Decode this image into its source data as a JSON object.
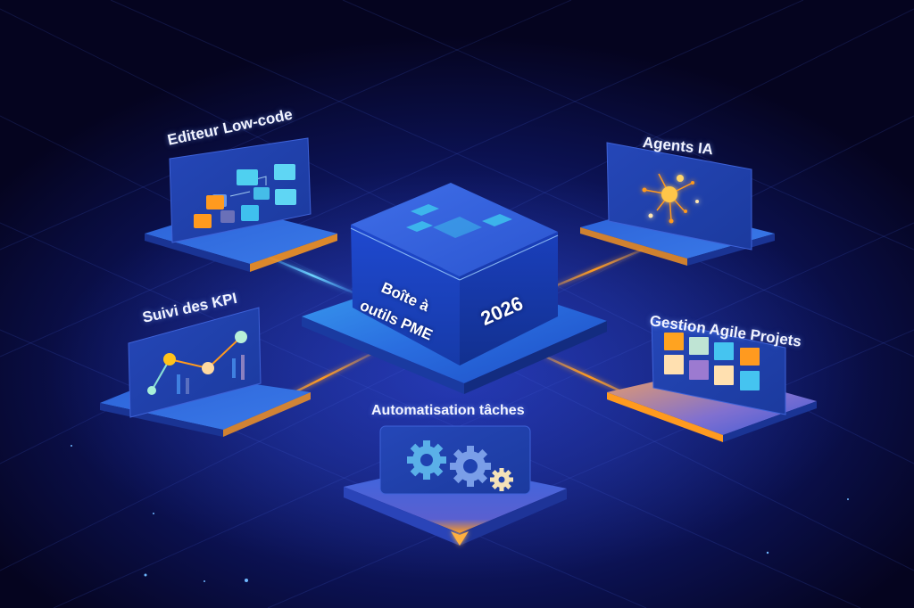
{
  "central_hub": {
    "title_line1": "Boîte à",
    "title_line2": "outils PME",
    "year": "2026"
  },
  "modules": [
    {
      "id": "low-code",
      "label": "Editeur Low-code",
      "icon": "flowchart-blocks-icon"
    },
    {
      "id": "ai-agents",
      "label": "Agents IA",
      "icon": "ai-network-star-icon"
    },
    {
      "id": "kpi",
      "label": "Suivi des KPI",
      "icon": "line-chart-icon"
    },
    {
      "id": "agile",
      "label": "Gestion Agile Projets",
      "icon": "kanban-board-icon"
    },
    {
      "id": "automation",
      "label": "Automatisation tâches",
      "icon": "gears-icon"
    }
  ],
  "colors": {
    "background_dark": "#04031a",
    "background_glow": "#1c2a9a",
    "panel_blue": "#2447c4",
    "accent_orange": "#ff9a1f",
    "accent_cyan": "#3fd0f0",
    "label_text": "#f2f4ff"
  }
}
